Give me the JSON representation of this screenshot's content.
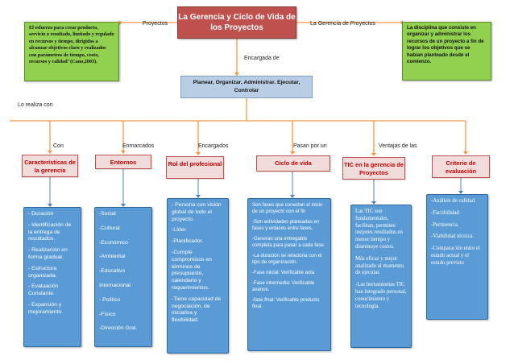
{
  "title": "La Gerencia y Ciclo de Vida de los Proyectos",
  "labels": {
    "proyectos": "Proyectos",
    "gerencia_de_proyectos": "La Gerencia de Proyectos",
    "encargada_de": "Encargada de",
    "lo_realiza_con": "Lo realiza con",
    "con": "Con",
    "enmarcados": "Enmarcados",
    "encargados": "Encargados",
    "pasan_por_un": "Pasan por un",
    "ventajas_de_las": "Ventajas de las"
  },
  "left_callout": "El esfuerzo para crear producto, servicio o resultado, limitado y regulado en recursos y tiempo, dirigidos a alcanzar objetivos claro y realizados con parámetros de tiempo, costo, recursos y calidad\"(Cano,2003).",
  "right_callout": "La disciplina que consiste en organizar y administrar los recursos de un proyecto a fin de lograr los objetivos que se habían planteado desde el comienzo.",
  "planear": "Planear, Organizar, Administrar. Ejecutar, Controlar",
  "categories": [
    {
      "title": "Características de la gerencia",
      "items": [
        "- Duración",
        "- Identificación de la entrega de resultados.",
        "- Realización en forma gradual.",
        "- Estructura organizada.",
        "- Evaluación Constante.",
        "- Expansión y mejoramiento."
      ]
    },
    {
      "title": "Entornos",
      "items": [
        "-Social",
        "-Cultural",
        "-Económico",
        "-Ambiental",
        "-Educativo",
        "Internacional.",
        "- Político",
        "-Físico",
        "-Dirección Gral."
      ]
    },
    {
      "title": "Rol del profesional",
      "items": [
        "- Persona con visión global de todo el proyecto.",
        "-Líder.",
        "-Planificador.",
        "-Cumple compromisos en términos de presupuesto, calendario y requerimientos.",
        "-Tiene capacidad de negociación, de iniciativa y flexibilidad."
      ]
    },
    {
      "title": "Ciclo de vida",
      "items": [
        "Son fases que conectan el inicio de un proyecto con el fin",
        "-Son actividades planeadas en fases y enlaces entre fases.",
        "-Generan una entregable completa para pasar a cada fase.",
        "-La duración se relaciona con el tipo de organización.",
        "-Fase inicial: Verificable acta",
        "-Fase intermedia: Verificable avance.",
        "-fase final: Verificable producto final."
      ]
    },
    {
      "title": "TIC en la gerencia de Proyectos",
      "items": [
        "Las TIC son fundamentales, facilitan, permiten mejores resultados en menor tiempo y disminuye costos.",
        "Más eficaz y mejor analizado al momento de ejecutar.",
        "-Las herramientas TIC han integrado personal, conocimiento y tecnología."
      ]
    },
    {
      "title": "Criterio de evaluación",
      "items": [
        "-Análisis de calidad.",
        "-Factibilidad",
        "-Pertinencia.",
        "-Viabilidad técnica.",
        "-Comparación entre el estado actual y el estado previsto"
      ]
    }
  ],
  "colors": {
    "title_fill": "#c0504d",
    "callout_fill": "#92d050",
    "planear_fill": "#b9cde5",
    "category_fill": "#f2dcdb",
    "category_text": "#c00000",
    "detail_fill": "#5b9bd5",
    "connector": "#f79646",
    "detail_connector": "#4f81bd"
  }
}
